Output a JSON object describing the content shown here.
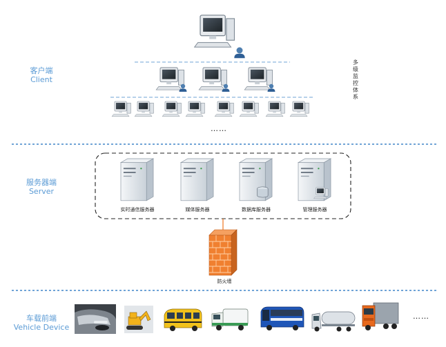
{
  "tiers": {
    "client": {
      "zh": "客户端",
      "en": "Client"
    },
    "server": {
      "zh": "服务器端",
      "en": "Server"
    },
    "vehicle": {
      "zh": "车载前端",
      "en": "Vehicle Device"
    }
  },
  "monitoring_label": "多级监控体系",
  "client_ellipsis": "……",
  "vehicle_ellipsis": "……",
  "servers": [
    {
      "label": "实时通信服务器",
      "icon": "server-icon"
    },
    {
      "label": "媒体服务器",
      "icon": "server-icon"
    },
    {
      "label": "数据库服务器",
      "icon": "database-server-icon"
    },
    {
      "label": "管理服务器",
      "icon": "management-server-icon"
    }
  ],
  "firewall_label": "防火墙",
  "vehicles": [
    {
      "icon": "car-icon"
    },
    {
      "icon": "excavator-icon"
    },
    {
      "icon": "school-bus-icon"
    },
    {
      "icon": "sanitation-truck-icon"
    },
    {
      "icon": "coach-bus-icon"
    },
    {
      "icon": "tanker-truck-icon"
    },
    {
      "icon": "cargo-truck-icon"
    }
  ],
  "colors": {
    "accent": "#5b9bd5",
    "divider": "#6fa3d6",
    "firewall": "#f08030"
  }
}
